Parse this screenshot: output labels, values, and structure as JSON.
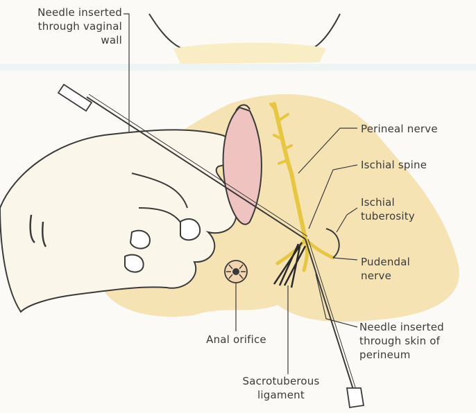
{
  "labels": {
    "needle_vaginal": [
      "Needle inserted",
      "through vaginal",
      "wall"
    ],
    "perineal_nerve": "Perineal nerve",
    "ischial_spine": "Ischial spine",
    "ischial_tuberosity": [
      "Ischial",
      "tuberosity"
    ],
    "pudendal_nerve": [
      "Pudendal",
      "nerve"
    ],
    "needle_skin": [
      "Needle inserted",
      "through skin of",
      "perineum"
    ],
    "anal_orifice": "Anal orifice",
    "sacrotuberous": [
      "Sacrotuberous",
      "ligament"
    ]
  },
  "colors": {
    "skin": "#f6e3b4",
    "skin_light": "#f9edc6",
    "mucosa": "#eec3c0",
    "nerve": "#e7c640",
    "ink": "#3a3a3a"
  }
}
